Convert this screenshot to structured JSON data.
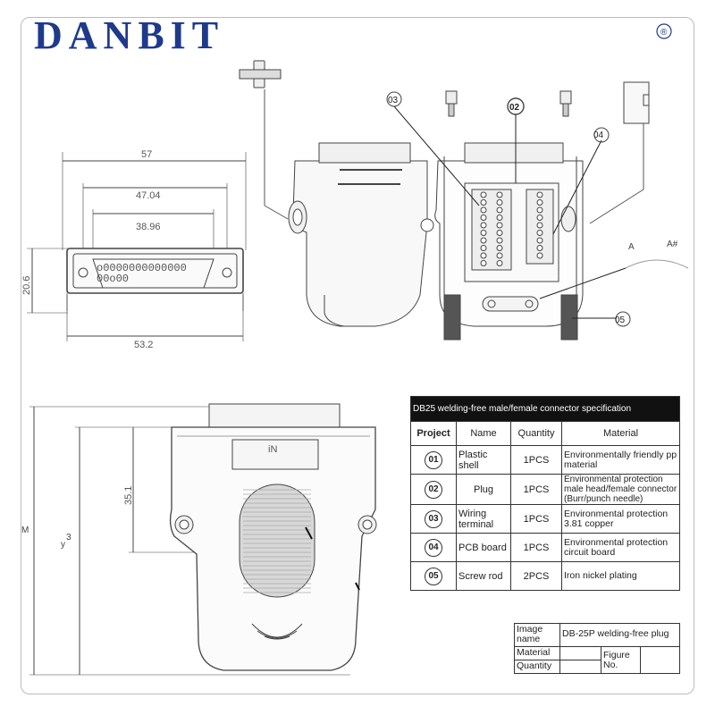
{
  "brand": {
    "name": "DANBIT",
    "mark": "®"
  },
  "top_view": {
    "dims": [
      "57",
      "47.04",
      "38.96",
      "20.6",
      "53.2"
    ]
  },
  "assembly": {
    "callouts": [
      "03",
      "02",
      "04",
      "05"
    ],
    "side_labels": [
      "A",
      "A#"
    ]
  },
  "side_view": {
    "window_text": "iN",
    "dims": [
      "35.1",
      "M",
      "y",
      "3"
    ]
  },
  "spec_table": {
    "title": "DB25 welding-free male/female connector specification",
    "headers": [
      "Project",
      "Name",
      "Quantity",
      "Material"
    ],
    "rows": [
      {
        "no": "01",
        "name": "Plastic shell",
        "qty": "1PCS",
        "material": "Environmentally friendly pp material"
      },
      {
        "no": "02",
        "name": "Plug",
        "qty": "1PCS",
        "material": "Environmental protection male head/female connector (Burr/punch needle)"
      },
      {
        "no": "03",
        "name": "Wiring terminal",
        "qty": "1PCS",
        "material": "Environmental protection 3.81 copper"
      },
      {
        "no": "04",
        "name": "PCB board",
        "qty": "1PCS",
        "material": "Environmental protection circuit board"
      },
      {
        "no": "05",
        "name": "Screw rod",
        "qty": "2PCS",
        "material": "Iron nickel plating"
      }
    ]
  },
  "title_block": {
    "image_name_label": "Image name",
    "image_name_value": "DB-25P welding-free plug",
    "material_label": "Material",
    "quantity_label": "Quantity",
    "figure_no_label": "Figure No."
  }
}
